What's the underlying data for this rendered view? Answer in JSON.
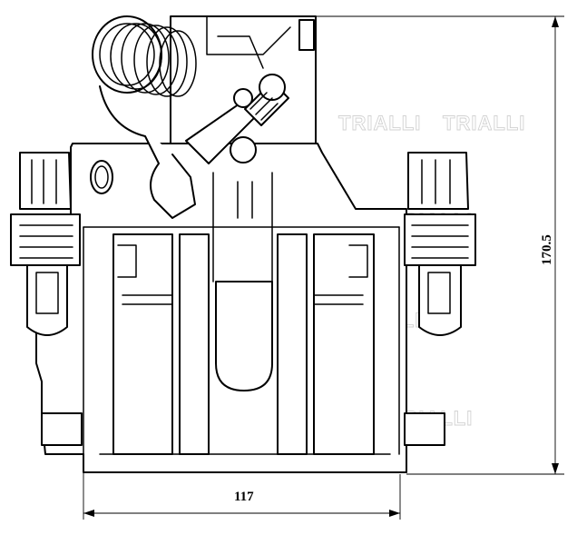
{
  "dimensions": {
    "width_label": "117",
    "height_label": "170.5"
  },
  "watermark": {
    "text": "TRIALLI",
    "color": "#d2d2d2"
  },
  "colors": {
    "line": "#000000",
    "background": "#ffffff"
  }
}
